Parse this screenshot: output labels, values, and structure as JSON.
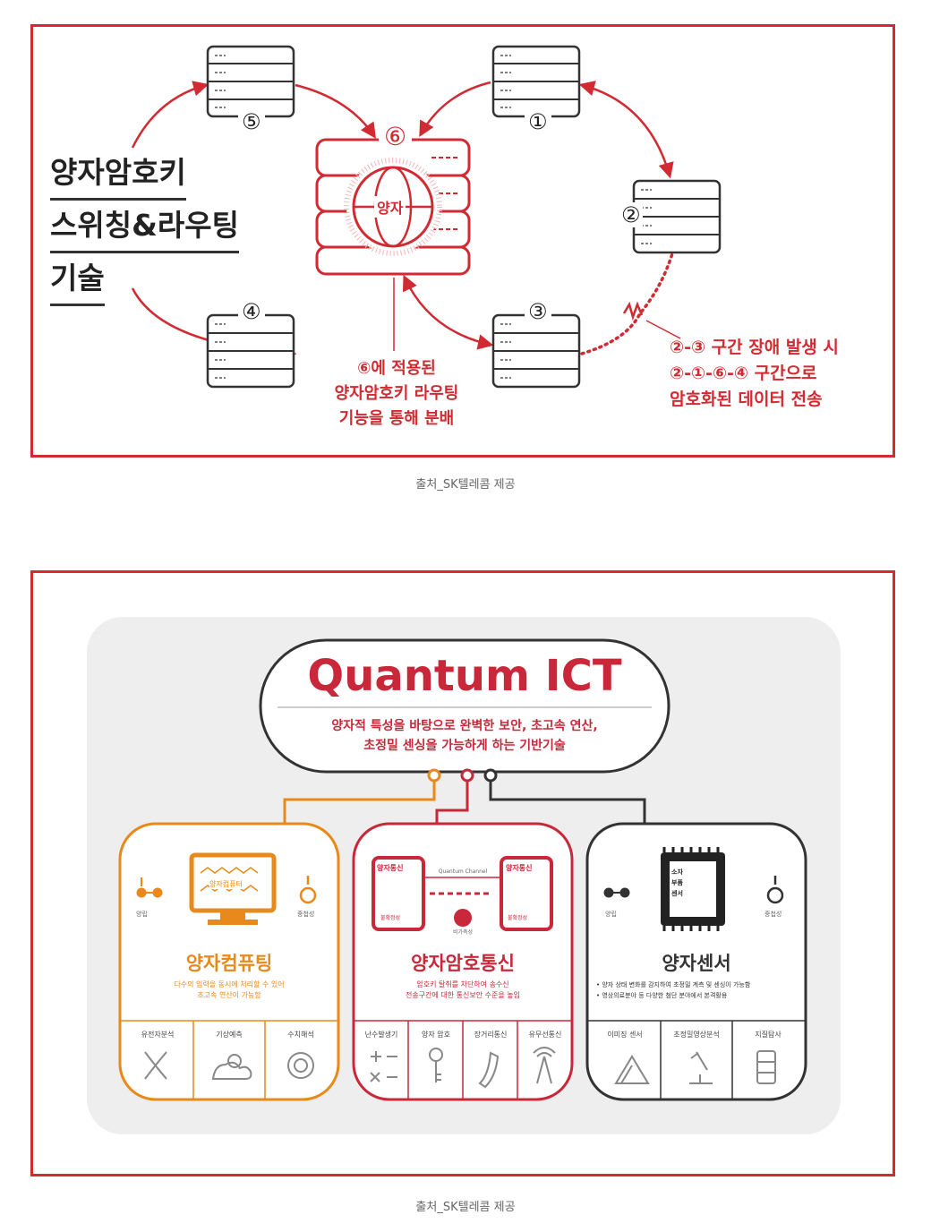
{
  "diagram1": {
    "title_lines": [
      "양자암호키",
      "스위칭&라우팅",
      "기술"
    ],
    "center_label": "⑥",
    "core_label": "양자",
    "nodes": {
      "n1": "①",
      "n2": "②",
      "n3": "③",
      "n4": "④",
      "n5": "⑤"
    },
    "annotation_left": [
      "⑥에 적용된",
      "양자암호키 라우팅",
      "기능을 통해 분배"
    ],
    "annotation_right": [
      "②-③ 구간 장애 발생 시",
      "②-①-⑥-④ 구간으로",
      "암호화된 데이터 전송"
    ],
    "colors": {
      "accent": "#d22a32",
      "dark": "#333333"
    }
  },
  "caption1": "출처_SK텔레콤 제공",
  "diagram2": {
    "title": "Quantum ICT",
    "subtitle_lines": [
      "양자적 특성을 바탕으로 완벽한 보안, 초고속 연산,",
      "초정밀 센싱을 가능하게 하는 기반기술"
    ],
    "cards": [
      {
        "name": "양자컴퓨팅",
        "screen_label": "양자컴퓨터",
        "left_label": "양립",
        "right_label": "중첩성",
        "desc_lines": [
          "다수의 입력을 동시에 처리할 수 있어",
          "초고속 연산이 가능함"
        ],
        "items": [
          "유전자분석",
          "기상예측",
          "수치해석"
        ],
        "color": "#e8891c"
      },
      {
        "name": "양자암호통신",
        "left_box": "양자통신",
        "right_box": "양자통신",
        "channel_label": "Quantum Channel",
        "left_sub": "불확정성",
        "right_sub": "불확정성",
        "bottom_label": "비가측성",
        "desc_lines": [
          "암호키 탈취를 차단하여 송수신",
          "전송구간에 대한 통신보안 수준을 높임"
        ],
        "items": [
          "난수발생기",
          "양자 암호",
          "장거리통신",
          "유무선통신"
        ],
        "color": "#c8283a"
      },
      {
        "name": "양자센서",
        "chip_lines": [
          "소자",
          "부품",
          "센서"
        ],
        "left_label": "양립",
        "right_label": "중첩성",
        "desc_lines": [
          "• 양자 상태 변화를 감지하여 초정밀 계측 및 센싱이 가능함",
          "• 영상의료분야 등 다양한 첨단 분야에서 본격활용"
        ],
        "items": [
          "이미징 센서",
          "초정밀영상분석",
          "지질탐사"
        ],
        "color": "#333333"
      }
    ]
  },
  "caption2": "출처_SK텔레콤 제공"
}
